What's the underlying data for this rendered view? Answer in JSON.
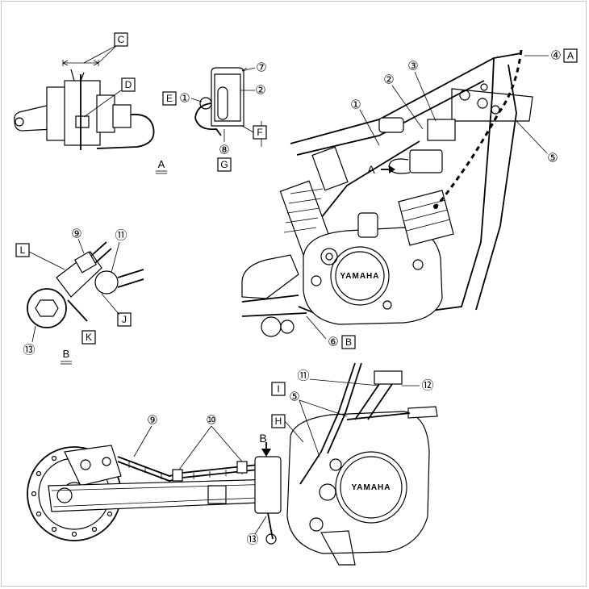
{
  "callouts": {
    "n1": "①",
    "n2": "②",
    "n3": "③",
    "n4": "④",
    "n5": "⑤",
    "n6": "⑥",
    "n7": "⑦",
    "n8": "⑧",
    "n9": "⑨",
    "n10": "⑩",
    "n11": "⑪",
    "n12": "⑫",
    "n13": "⑬"
  },
  "letters": {
    "A": "A",
    "B": "B",
    "C": "C",
    "D": "D",
    "E": "E",
    "F": "F",
    "G": "G",
    "H": "H",
    "I": "I",
    "J": "J",
    "K": "K",
    "L": "L"
  },
  "views": {
    "view_a": "A",
    "view_b": "B"
  },
  "brand": {
    "engine_cover_top": "YAMAHA",
    "engine_cover_bottom": "YAMAHA"
  }
}
